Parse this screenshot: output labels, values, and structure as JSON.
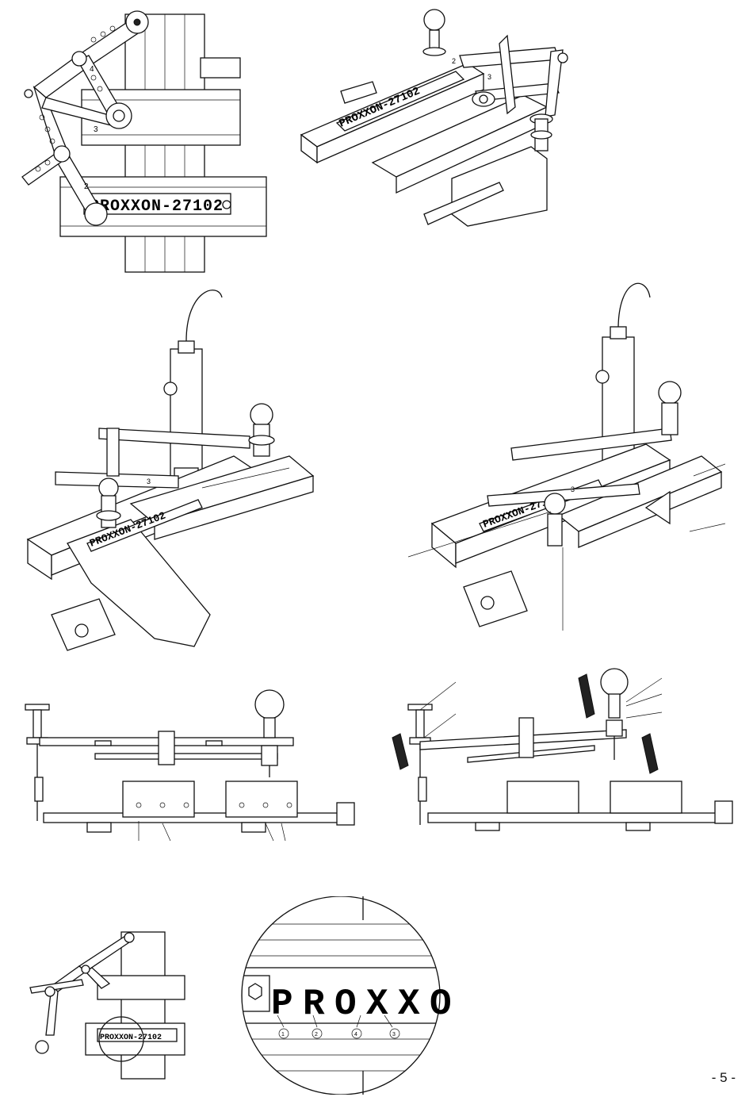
{
  "page": {
    "number_label": "- 5 -"
  },
  "figures": {
    "top_plan": {
      "engraving": "PROXXON-27102",
      "arm_numbers": [
        "4",
        "3",
        "2"
      ]
    },
    "top_iso": {
      "engraving": "PROXXON-27102",
      "arm_numbers": [
        "2",
        "3"
      ]
    },
    "mid_left": {
      "engraving": "PROXXON-27102",
      "arm_numbers": [
        "3"
      ]
    },
    "mid_right": {
      "engraving": "PROXXON-27102",
      "arm_numbers": [
        "3"
      ]
    },
    "bottom_plan": {
      "engraving": "PROXXON-27102"
    },
    "detail": {
      "letters": [
        "P",
        "R",
        "O",
        "X",
        "X",
        "O"
      ],
      "callouts": [
        "1",
        "2",
        "4",
        "3"
      ]
    }
  }
}
